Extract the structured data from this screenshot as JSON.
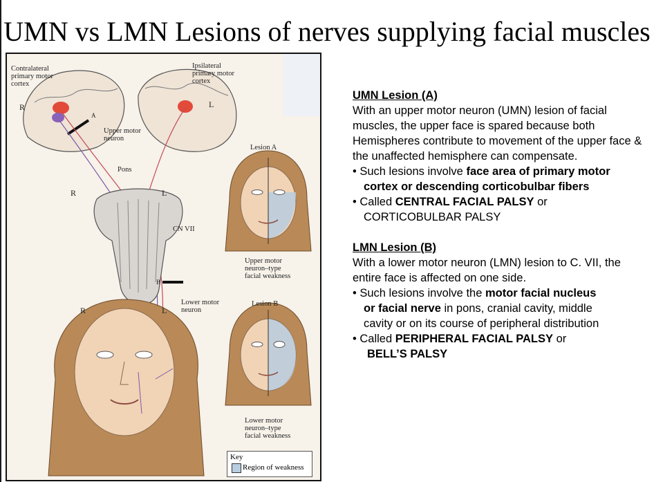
{
  "title": "UMN vs LMN Lesions of nerves supplying facial muscles",
  "figure": {
    "labels": {
      "contralateral": "Contralateral\nprimary motor\ncortex",
      "ipsilateral": "Ipsilateral\nprimary motor\ncortex",
      "r_top": "R",
      "l_top": "L",
      "a_marker": "A",
      "upper_motor_neuron": "Upper motor\nneuron",
      "pons": "Pons",
      "r_mid": "R",
      "l_mid": "L",
      "cn_vii": "CN VII",
      "b_marker": "B",
      "lower_motor_neuron": "Lower motor\nneuron",
      "r_bottom": "R",
      "l_bottom": "L",
      "lesion_a": "Lesion A",
      "umn_weakness": "Upper motor\nneuron–type\nfacial weakness",
      "lesion_b": "Lesion B",
      "lmn_weakness": "Lower motor\nneuron–type\nfacial weakness"
    },
    "key": {
      "title": "Key",
      "label": "Region of weakness",
      "swatch_color": "#b9cde0"
    }
  },
  "umn": {
    "heading": "UMN Lesion (A)",
    "intro": "With an upper motor neuron (UMN) lesion of facial muscles, the upper face is spared because both Hemispheres contribute to movement of the upper face & the unaffected hemisphere can compensate.",
    "b1_pre": "• Such lesions involve ",
    "b1_bold1": "face area of primary motor",
    "b1_bold2": "cortex or descending corticobulbar fibers",
    "b2_pre": "• Called ",
    "b2_bold": "CENTRAL FACIAL PALSY",
    "b2_post": " or",
    "b2_line2": "CORTICOBULBAR PALSY"
  },
  "lmn": {
    "heading": "LMN Lesion (B)",
    "intro": "With a lower motor neuron (LMN) lesion to C. VII, the entire face is affected on one side.",
    "b1_pre": "• Such lesions involve the ",
    "b1_bold1": "motor facial nucleus",
    "b1_bold2": "or facial nerve",
    "b1_post": " in pons, cranial cavity, middle",
    "b1_line3": "cavity or on its course of peripheral distribution",
    "b2_pre": "• Called ",
    "b2_bold": "PERIPHERAL FACIAL PALSY",
    "b2_post": " or",
    "b2_line2": "BELL’S PALSY"
  }
}
